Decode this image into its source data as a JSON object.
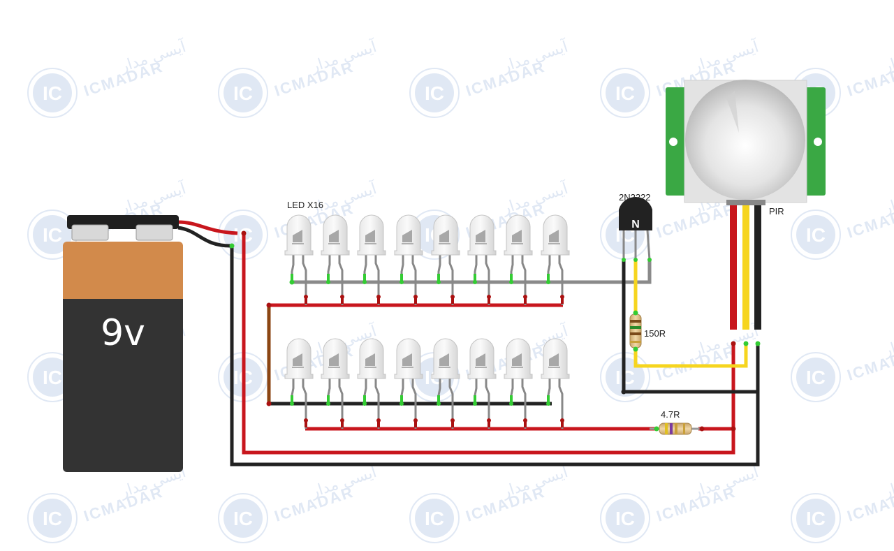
{
  "diagram": {
    "battery_label": "9v",
    "led_label": "LED X16",
    "transistor_label": "2N2222",
    "transistor_mark": "N",
    "resistor_base_label": "150R",
    "resistor_led_label": "4.7R",
    "sensor_label": "PIR"
  },
  "watermark": {
    "badge": "IC",
    "latin": "ICMADAR",
    "persian": "آیسی مدار"
  },
  "colors": {
    "wire_red": "#c8161d",
    "wire_black": "#222222",
    "wire_yellow": "#f6d51f",
    "wire_gray": "#8a8a8a",
    "wire_brown": "#8b4513",
    "battery_top": "#d28a4b",
    "battery_body": "#333333",
    "pir_board": "#3aa844",
    "watermark": "#dbe4f3"
  },
  "icons": {
    "battery": "battery-9v-icon",
    "led": "led-icon",
    "transistor": "npn-transistor-icon",
    "resistor": "resistor-icon",
    "pir": "pir-sensor-icon",
    "watermark": "icmadar-logo-icon"
  }
}
